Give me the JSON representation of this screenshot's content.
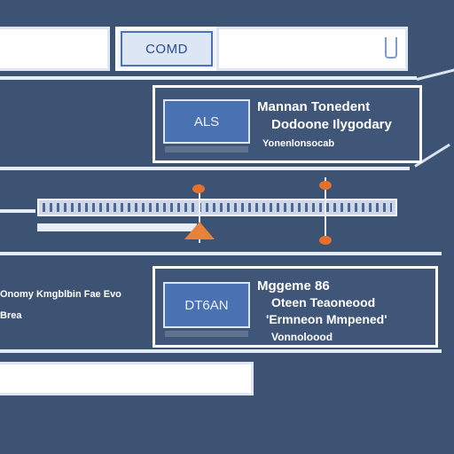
{
  "toolbar": {
    "connect_label": "COMD"
  },
  "panel_1": {
    "thumb_label": "ALS",
    "title": "Mannan Tonedent",
    "subtitle": "Dodoone Ilygodary",
    "caption": "Yonenlonsocab"
  },
  "sidebar_text": {
    "line1": "Onomy Kmgblbin Fae Evo",
    "line2": "Brea"
  },
  "panel_2": {
    "thumb_label": "DT6AN",
    "title": "Mggeme 86",
    "line2": "Oteen Teaoneood",
    "line3": "'Ermneon Mmpened'",
    "caption": "Vonnoloood"
  },
  "colors": {
    "background": "#3d5374",
    "accent_blue": "#4a72b3",
    "marker_orange": "#e5702e"
  }
}
